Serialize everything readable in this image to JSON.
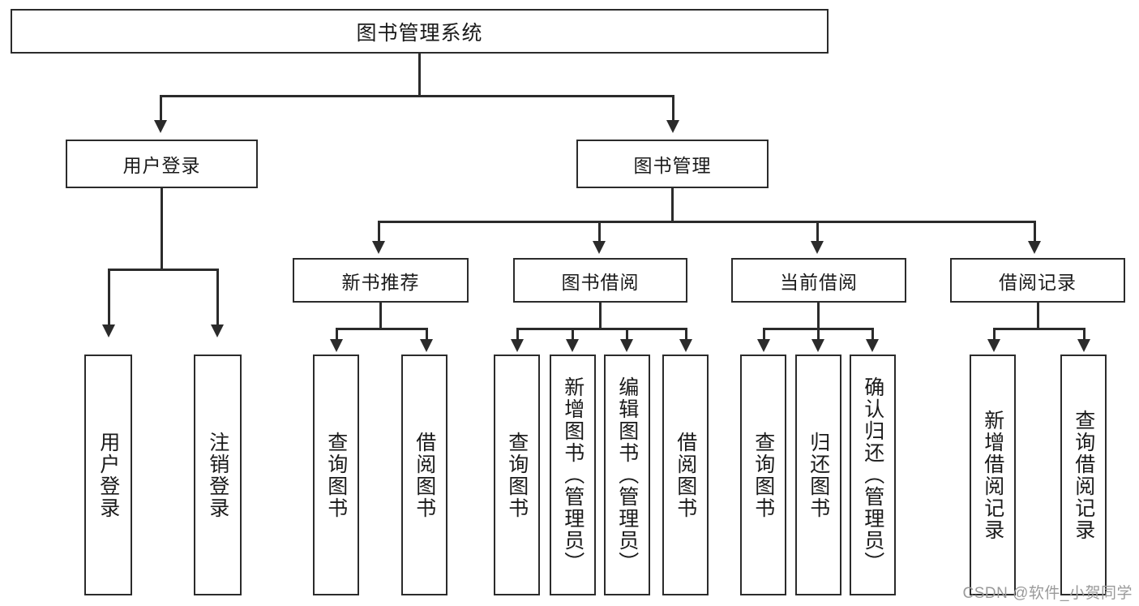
{
  "diagram": {
    "title": "图书管理系统",
    "type": "tree",
    "root": {
      "label": "图书管理系统"
    },
    "level1": [
      {
        "label": "用户登录"
      },
      {
        "label": "图书管理"
      }
    ],
    "level2": [
      {
        "label": "新书推荐"
      },
      {
        "label": "图书借阅"
      },
      {
        "label": "当前借阅"
      },
      {
        "label": "借阅记录"
      }
    ],
    "leaves": [
      {
        "label": "用户登录"
      },
      {
        "label": "注销登录"
      },
      {
        "label": "查询图书"
      },
      {
        "label": "借阅图书"
      },
      {
        "label": "查询图书"
      },
      {
        "label": "新增图书（管理员）"
      },
      {
        "label": "编辑图书（管理员）"
      },
      {
        "label": "借阅图书"
      },
      {
        "label": "查询图书"
      },
      {
        "label": "归还图书"
      },
      {
        "label": "确认归还（管理员）"
      },
      {
        "label": "新增借阅记录"
      },
      {
        "label": "查询借阅记录"
      }
    ]
  },
  "watermark": {
    "text": "CSDN @软件_小贺同学"
  },
  "colors": {
    "stroke": "#2b2b2b",
    "background": "#ffffff",
    "text": "#1a1a1a",
    "watermark": "#9a9a9a"
  }
}
